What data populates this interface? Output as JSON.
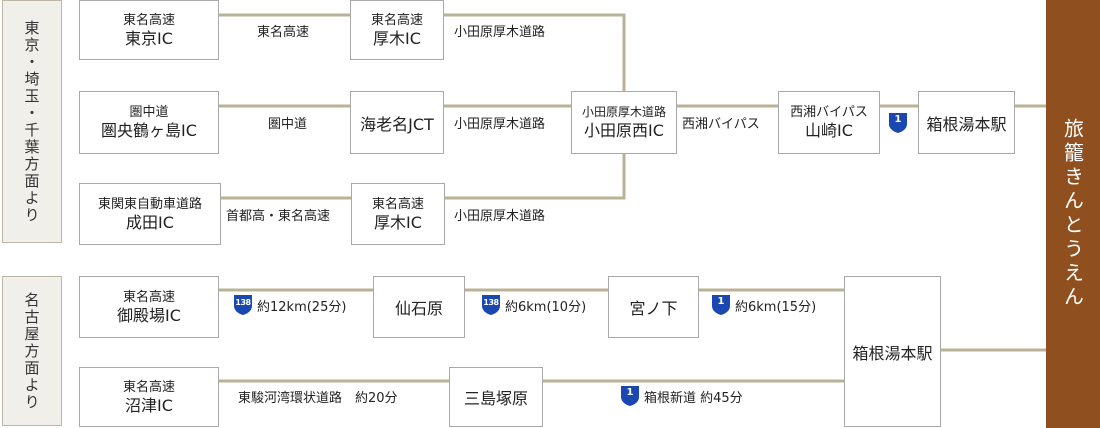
{
  "regions": {
    "tokyo": "東京・埼玉・千葉方面より",
    "nagoya": "名古屋方面より"
  },
  "destination": "旅籠きんとうえん",
  "nodes": {
    "tomei_tokyo": {
      "sub": "東名高速",
      "main": "東京IC"
    },
    "tomei_atsugi_1": {
      "sub": "東名高速",
      "main": "厚木IC"
    },
    "ken_tsurugashima": {
      "sub": "圏中道",
      "main": "圏央鶴ヶ島IC"
    },
    "ebina_jct": {
      "main": "海老名JCT"
    },
    "odawara_nishi": {
      "sub": "小田原厚木道路",
      "main": "小田原西IC"
    },
    "yamazaki": {
      "sub": "西湘バイパス",
      "main": "山崎IC"
    },
    "hakone_1": {
      "main": "箱根湯本駅"
    },
    "kanto_narita": {
      "sub": "東関東自動車道路",
      "main": "成田IC"
    },
    "tomei_atsugi_2": {
      "sub": "東名高速",
      "main": "厚木IC"
    },
    "gotemba": {
      "sub": "東名高速",
      "main": "御殿場IC"
    },
    "sengokuhara": {
      "main": "仙石原"
    },
    "miyanoshita": {
      "main": "宮ノ下"
    },
    "hakone_2": {
      "main": "箱根湯本駅"
    },
    "numazu": {
      "sub": "東名高速",
      "main": "沼津IC"
    },
    "mishima": {
      "main": "三島塚原"
    }
  },
  "labels": {
    "tomei": "東名高速",
    "odawara_1": "小田原厚木道路",
    "kenoudo": "圏中道",
    "odawara_2": "小田原厚木道路",
    "seisho": "西湘バイパス",
    "shuto": "首都高・東名高速",
    "odawara_3": "小田原厚木道路",
    "gotemba_route": "約12km(25分)",
    "sengoku_route": "約6km(10分)",
    "miyanoshita_route": "約6km(15分)",
    "numazu_route": "東駿河湾環状道路　約20分",
    "mishima_route": "箱根新道 約45分"
  },
  "shields": {
    "r138": "138",
    "r1": "1"
  },
  "colors": {
    "line": "#b9b296",
    "shield": "#1b48b0",
    "destination": "#8f4f1f",
    "region_bg": "#f1efe9"
  }
}
